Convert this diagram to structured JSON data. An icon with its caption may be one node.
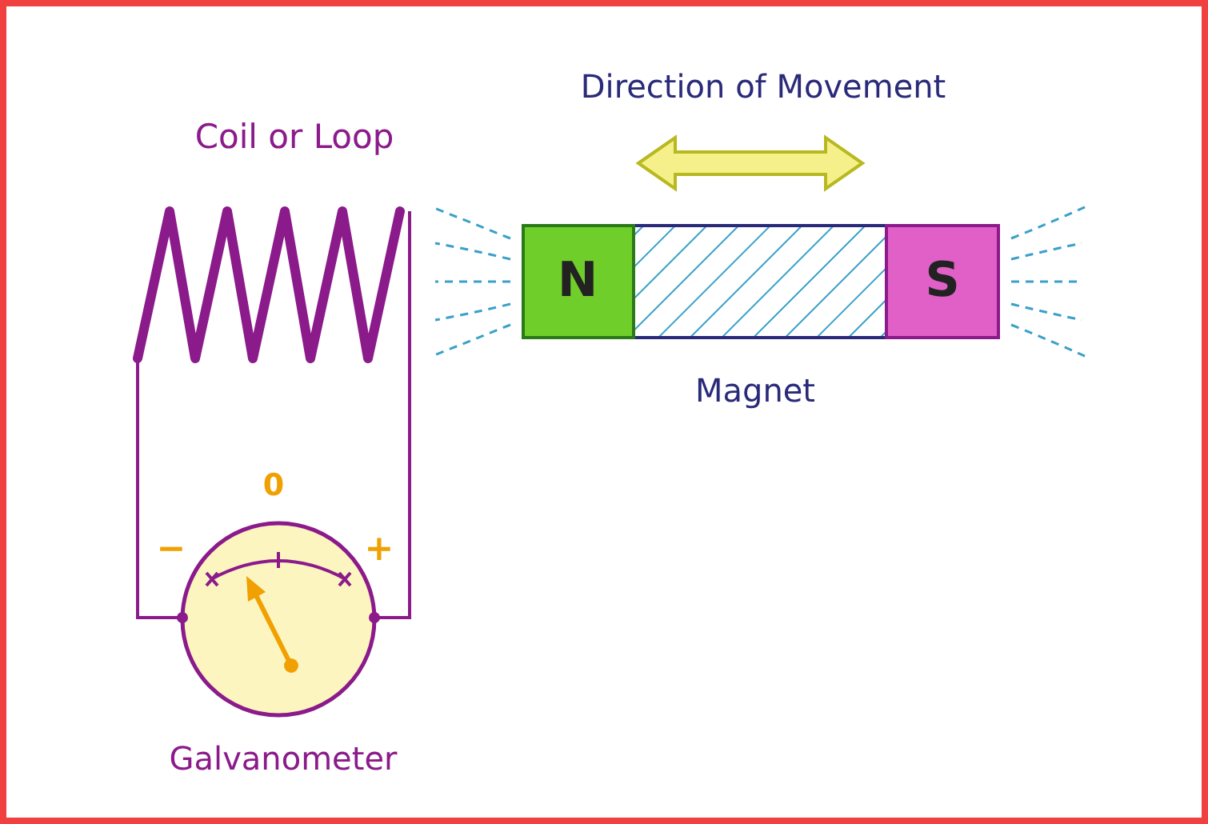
{
  "diagram": {
    "labels": [
      "Direction of Movement",
      "Coil or Loop",
      "N",
      "S",
      "Magnet",
      "0",
      "−",
      "+",
      "Galvanometer"
    ]
  }
}
